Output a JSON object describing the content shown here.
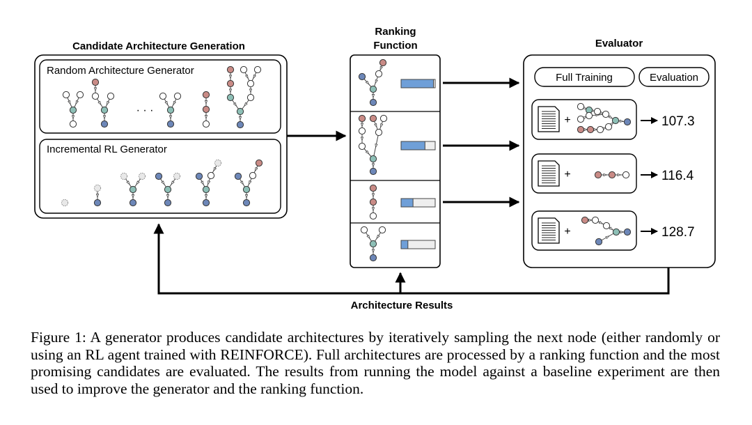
{
  "sections": {
    "generation": {
      "title": "Candidate Architecture Generation",
      "random_label": "Random Architecture Generator",
      "ellipsis": "· · ·",
      "incremental_label": "Incremental RL Generator"
    },
    "ranking": {
      "title_line1": "Ranking",
      "title_line2": "Function",
      "scores": [
        0.95,
        0.7,
        0.35,
        0.2
      ]
    },
    "evaluator": {
      "title": "Evaluator",
      "full_training_label": "Full Training",
      "evaluation_label": "Evaluation",
      "plus": "+",
      "results": [
        "107.3",
        "116.4",
        "128.7"
      ]
    },
    "feedback_label": "Architecture Results"
  },
  "colors": {
    "red_node": "#c98b86",
    "teal_node": "#8dbfb6",
    "blue_node": "#6d87b8",
    "bar_fill": "#6f9fd8",
    "bar_empty": "#eeeeee"
  },
  "caption": "Figure 1: A generator produces candidate architectures by iteratively sampling the next node (either randomly or using an RL agent trained with REINFORCE). Full architectures are processed by a ranking function and the most promising candidates are evaluated. The results from running the model against a baseline experiment are then used to improve the generator and the ranking function."
}
